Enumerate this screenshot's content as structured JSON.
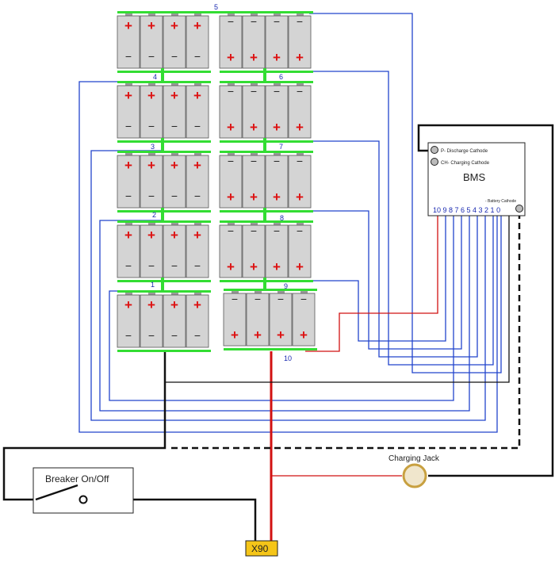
{
  "bms": {
    "title": "BMS",
    "p_discharge_label": "P- Discharge Cathode",
    "ch_charging_label": "CH- Charging Cathode",
    "battery_cathode_label": "- Battery Cathode",
    "terminal_numbers": "10 9 8 7 6 5 4 3 2 1 0"
  },
  "series_labels": [
    "1",
    "2",
    "3",
    "4",
    "5",
    "6",
    "7",
    "8",
    "9",
    "10"
  ],
  "charging_jack_label": "Charging Jack",
  "breaker_label": "Breaker On/Off",
  "connector_label": "X90",
  "cell_symbols": {
    "plus": "+",
    "minus": "−"
  },
  "colors": {
    "cell_fill": "#d4d4d4",
    "busbar": "#33dd33",
    "sense_wire": "#2244cc",
    "positive_wire": "#d11111",
    "negative_wire": "#111111",
    "connector": "#f5c518",
    "jack_ring": "#c8a040"
  }
}
